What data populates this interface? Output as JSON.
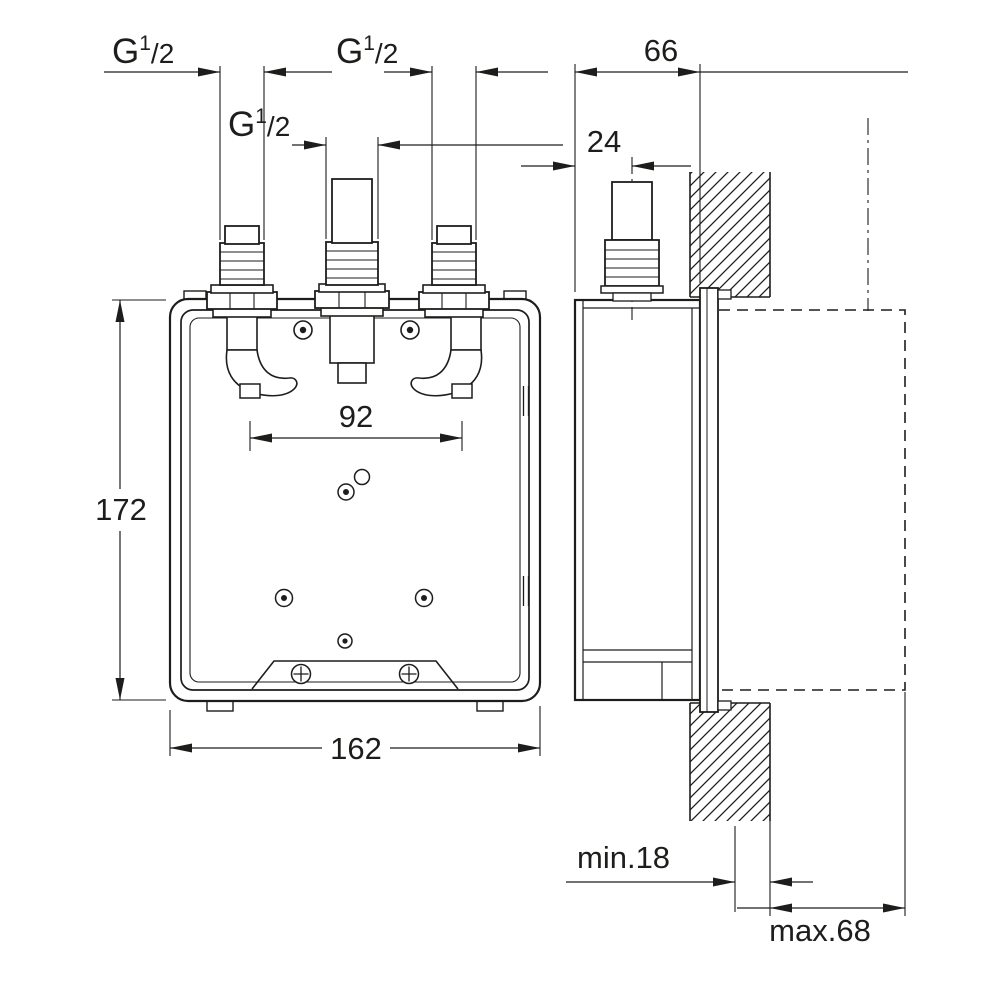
{
  "thread_labels": {
    "left": {
      "base": "G",
      "sup": "1",
      "den": "/2"
    },
    "center": {
      "base": "G",
      "sup": "1",
      "den": "/2"
    },
    "right": {
      "base": "G",
      "sup": "1",
      "den": "/2"
    }
  },
  "dimensions": {
    "port_spacing_mm": "92",
    "box_height_mm": "172",
    "box_width_mm": "162",
    "box_depth_mm": "66",
    "thread_offset_mm": "24",
    "min_install_depth": "min.18",
    "max_install_depth": "max.68"
  },
  "colors": {
    "line": "#1d1d1b",
    "background": "#ffffff"
  }
}
